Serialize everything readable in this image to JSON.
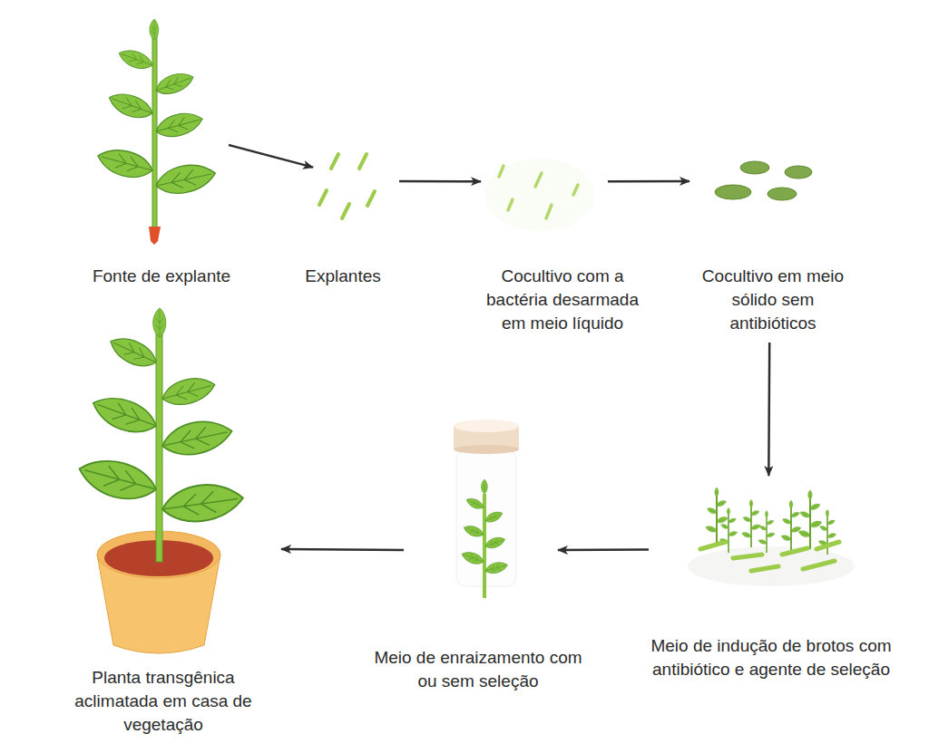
{
  "diagram": {
    "nodes": [
      {
        "text": [
          "Fonte de explante"
        ]
      },
      {
        "text": [
          "Explantes"
        ]
      },
      {
        "text": [
          "Cocultivo com a bactéria desarmada em meio líquido"
        ]
      },
      {
        "text": [
          "Cocultivo em meio sólido sem antibióticos"
        ]
      },
      {
        "text": [
          "Meio de indução de brotos com antibiótico e agente de seleção"
        ]
      },
      {
        "text": [
          "Meio de enraizamento com ou sem seleção"
        ]
      },
      {
        "text": [
          "Planta transgênica aclimatada em casa de vegetação"
        ]
      }
    ],
    "edges": [
      {
        "from": 0,
        "to": 1,
        "arrow": "to"
      },
      {
        "from": 1,
        "to": 2,
        "arrow": "to"
      },
      {
        "from": 2,
        "to": 3,
        "arrow": "to"
      },
      {
        "from": 3,
        "to": 4,
        "arrow": "to"
      },
      {
        "from": 4,
        "to": 5,
        "arrow": "to"
      },
      {
        "from": 5,
        "to": 6,
        "arrow": "to"
      }
    ]
  }
}
